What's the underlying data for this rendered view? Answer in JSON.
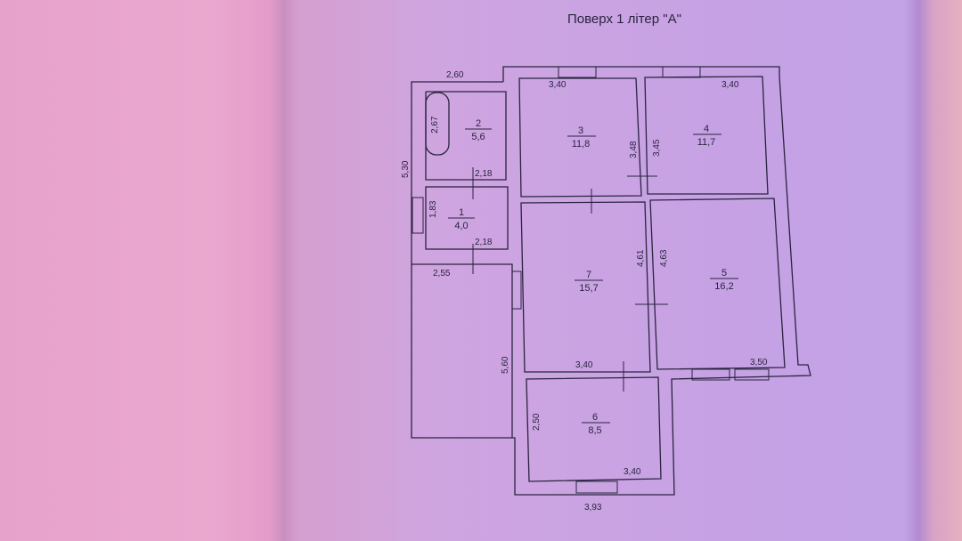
{
  "title": "Поверх 1 літер \"А\"",
  "rooms": [
    {
      "number": "1",
      "area": "4,0"
    },
    {
      "number": "2",
      "area": "5,6"
    },
    {
      "number": "3",
      "area": "11,8"
    },
    {
      "number": "4",
      "area": "11,7"
    },
    {
      "number": "5",
      "area": "16,2"
    },
    {
      "number": "6",
      "area": "8,5"
    },
    {
      "number": "7",
      "area": "15,7"
    }
  ],
  "dimensions": {
    "annex_top": "2,60",
    "annex_left": "5,30",
    "bath": "2,67",
    "r2_bottom": "2,18",
    "r1_left": "1,83",
    "r1_bottom": "2,18",
    "corridor_top": "2,55",
    "corridor_right": "5,60",
    "r3_top": "3,40",
    "r3_right": "3,48",
    "r4_left": "3,45",
    "r4_top": "3,40",
    "r7_right": "4,61",
    "r5_left": "4,63",
    "r7_bottom": "3,40",
    "r5_bottom": "3,50",
    "r6_left": "2,50",
    "r6_bottom": "3,40",
    "r6_outer": "3,93"
  }
}
